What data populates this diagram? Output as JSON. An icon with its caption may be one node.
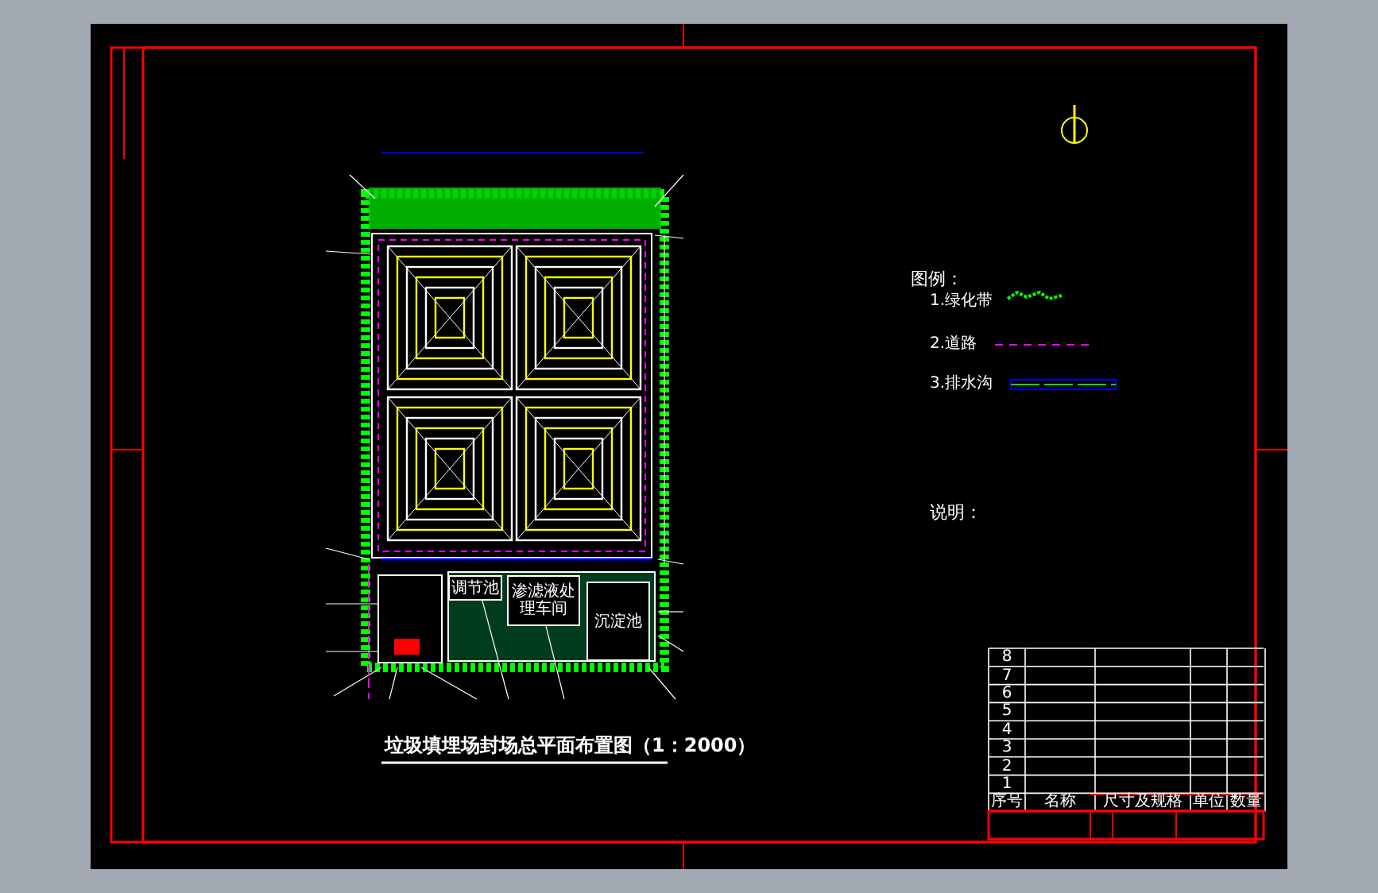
{
  "diagram": {
    "title": "垃圾填埋场封场总平面布置图（1：2000）",
    "nodes": [
      {
        "text": [
          "调节池"
        ]
      },
      {
        "text": [
          "渗滤液处理车间"
        ]
      },
      {
        "text": [
          "沉淀池"
        ]
      }
    ],
    "labels": [
      "图例：",
      "说明：",
      "8",
      "7",
      "6",
      "5",
      "4",
      "3",
      "2",
      "1",
      "序号",
      "名称",
      "尺寸及规格",
      "单位",
      "数量"
    ],
    "legend": [
      {
        "text": "1.绿化带"
      },
      {
        "text": "2.道路"
      },
      {
        "text": "3.排水沟"
      }
    ]
  }
}
